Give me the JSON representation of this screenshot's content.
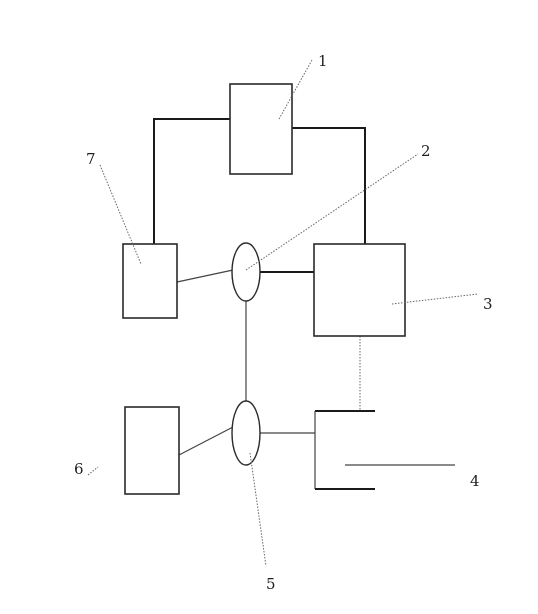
{
  "diagram": {
    "labels": {
      "one": "1",
      "two": "2",
      "three": "3",
      "four": "4",
      "five": "5",
      "six": "6",
      "seven": "7"
    }
  },
  "colors": {
    "line": "#1a1a1a",
    "background": "#ffffff"
  }
}
